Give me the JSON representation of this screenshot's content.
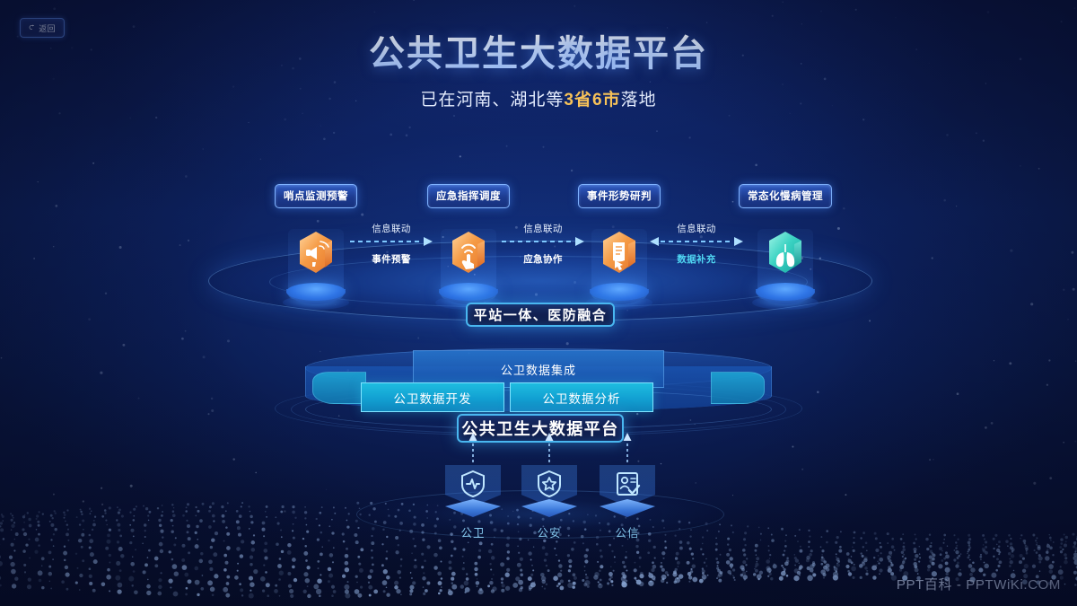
{
  "nav": {
    "back_label": "返回",
    "back_icon": "back-arrow-icon"
  },
  "header": {
    "title": "公共卫生大数据平台",
    "subtitle_prefix": "已在河南、湖北等",
    "subtitle_highlight": "3省6市",
    "subtitle_suffix": "落地",
    "highlight_color": "#f7c259"
  },
  "flow": {
    "nodes": [
      {
        "label": "哨点监测预警",
        "icon": "alarm-megaphone-icon",
        "color": "#f0943c"
      },
      {
        "label": "应急指挥调度",
        "icon": "touch-signal-icon",
        "color": "#f0943c"
      },
      {
        "label": "事件形势研判",
        "icon": "document-analysis-icon",
        "color": "#f0943c"
      },
      {
        "label": "常态化慢病管理",
        "icon": "lungs-icon",
        "color": "#2fd3c5"
      }
    ],
    "connectors": [
      {
        "top": "信息联动",
        "bottom": "事件预警",
        "direction": "right",
        "bottom_color": "#ffffff"
      },
      {
        "top": "信息联动",
        "bottom": "应急协作",
        "direction": "right",
        "bottom_color": "#ffffff"
      },
      {
        "top": "信息联动",
        "bottom": "数据补充",
        "direction": "both",
        "bottom_color": "#4fd6f2"
      }
    ]
  },
  "center": {
    "fusion_badge": "平站一体、医防融合",
    "platform_badge": "公共卫生大数据平台",
    "ring_back_label": "公卫数据集成",
    "ring_front_left": "公卫数据开发",
    "ring_front_right": "公卫数据分析",
    "accent_color": "#49b7f0",
    "cyan_color": "#1ebde0"
  },
  "sources": [
    {
      "label": "公卫",
      "icon": "shield-heartbeat-icon"
    },
    {
      "label": "公安",
      "icon": "shield-star-icon"
    },
    {
      "label": "公信",
      "icon": "id-card-check-icon"
    }
  ],
  "watermark": "PPT百科 - PPTWiKi.COM"
}
